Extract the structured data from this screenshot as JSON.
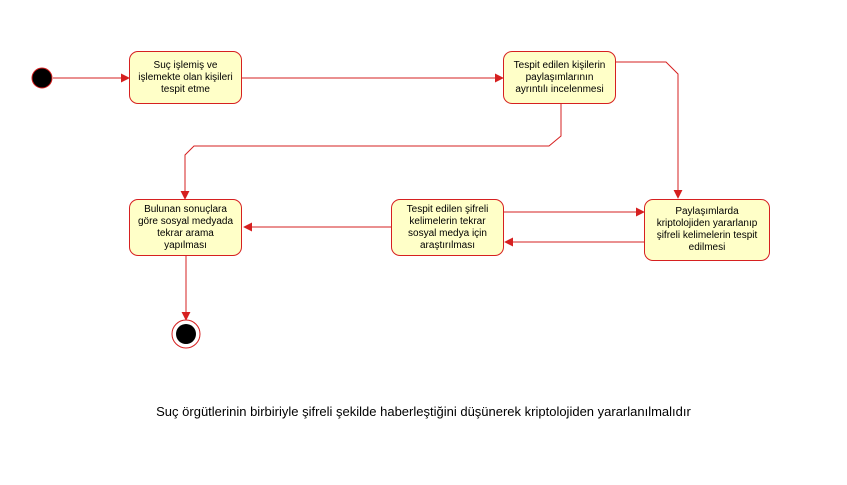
{
  "colors": {
    "edge": "#d62020",
    "state_fill": "#ffffc8",
    "node_fill": "#000000"
  },
  "states": [
    {
      "id": "s1",
      "text": "Suç işlemiş ve işlemekte olan kişileri tespit etme"
    },
    {
      "id": "s2",
      "text": "Tespit edilen kişilerin paylaşımlarının ayrıntılı incelenmesi"
    },
    {
      "id": "s3",
      "text": "Paylaşımlarda kriptolojiden yararlanıp şifreli kelimelerin tespit edilmesi"
    },
    {
      "id": "s4",
      "text": "Tespit edilen şifreli kelimelerin tekrar sosyal medya için araştırılması"
    },
    {
      "id": "s5",
      "text": "Bulunan sonuçlara göre sosyal medyada tekrar arama yapılması"
    }
  ],
  "nodes": {
    "initial": "initial-node",
    "final": "final-node"
  },
  "caption": "Suç örgütlerinin birbiriyle şifreli şekilde haberleştiğini düşünerek kriptolojiden yararlanılmalıdır"
}
